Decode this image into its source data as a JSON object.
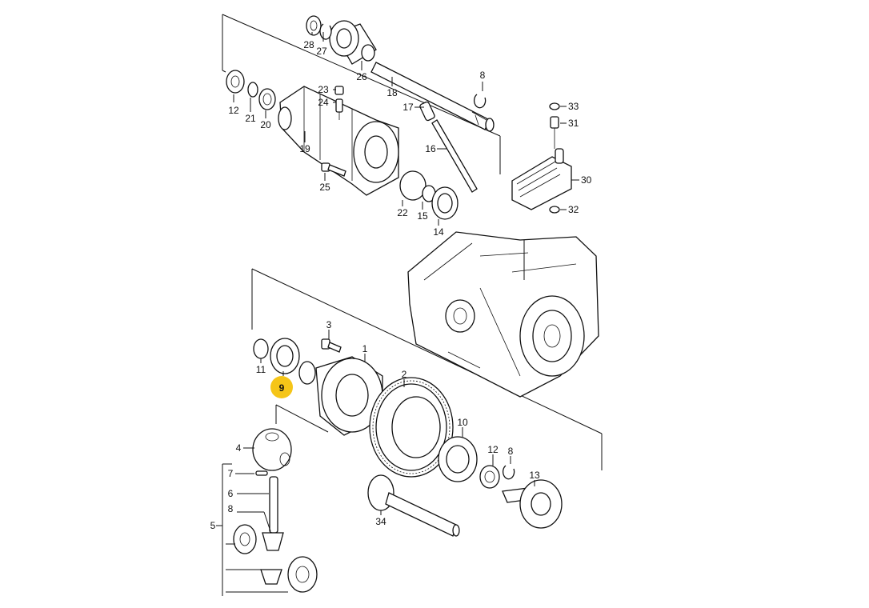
{
  "diagram": {
    "highlight_color": "#f5c518",
    "highlighted_label": "9",
    "labels": {
      "l1": "1",
      "l2": "2",
      "l3": "3",
      "l4": "4",
      "l5": "5",
      "l6": "6",
      "l7": "7",
      "l8a": "8",
      "l8b": "8",
      "l8c": "8",
      "l9": "9",
      "l10": "10",
      "l11": "11",
      "l12a": "12",
      "l12b": "12",
      "l13": "13",
      "l14": "14",
      "l15": "15",
      "l16": "16",
      "l17": "17",
      "l18": "18",
      "l19": "19",
      "l20": "20",
      "l21": "21",
      "l22": "22",
      "l23": "23",
      "l24": "24",
      "l25": "25",
      "l26": "26",
      "l27": "27",
      "l28": "28",
      "l30": "30",
      "l31": "31",
      "l32": "32",
      "l33": "33",
      "l34": "34"
    }
  }
}
